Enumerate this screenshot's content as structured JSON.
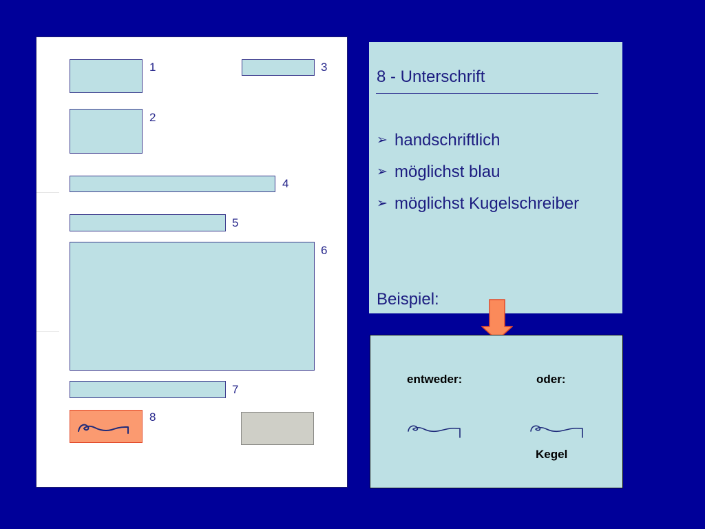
{
  "form": {
    "field_numbers": [
      "1",
      "2",
      "3",
      "4",
      "5",
      "6",
      "7",
      "8"
    ]
  },
  "info_panel": {
    "title": "8 - Unterschrift",
    "bullets": [
      "handschriftlich",
      "möglichst blau",
      "möglichst Kugelschreiber"
    ],
    "bullet_marker": "➢",
    "example_label": "Beispiel:"
  },
  "example_panel": {
    "either_label": "entweder:",
    "or_label": "oder:",
    "name_label": "Kegel"
  },
  "colors": {
    "background": "#000099",
    "field_fill": "#bde0e4",
    "signature_field_fill": "#fb9a70",
    "stamp_field_fill": "#cfcfc7",
    "arrow_fill": "#fb8a5a",
    "signature_ink": "#1e2a7a"
  },
  "icons": [
    "signature-icon",
    "arrow-down-icon",
    "bullet-arrow-icon"
  ]
}
